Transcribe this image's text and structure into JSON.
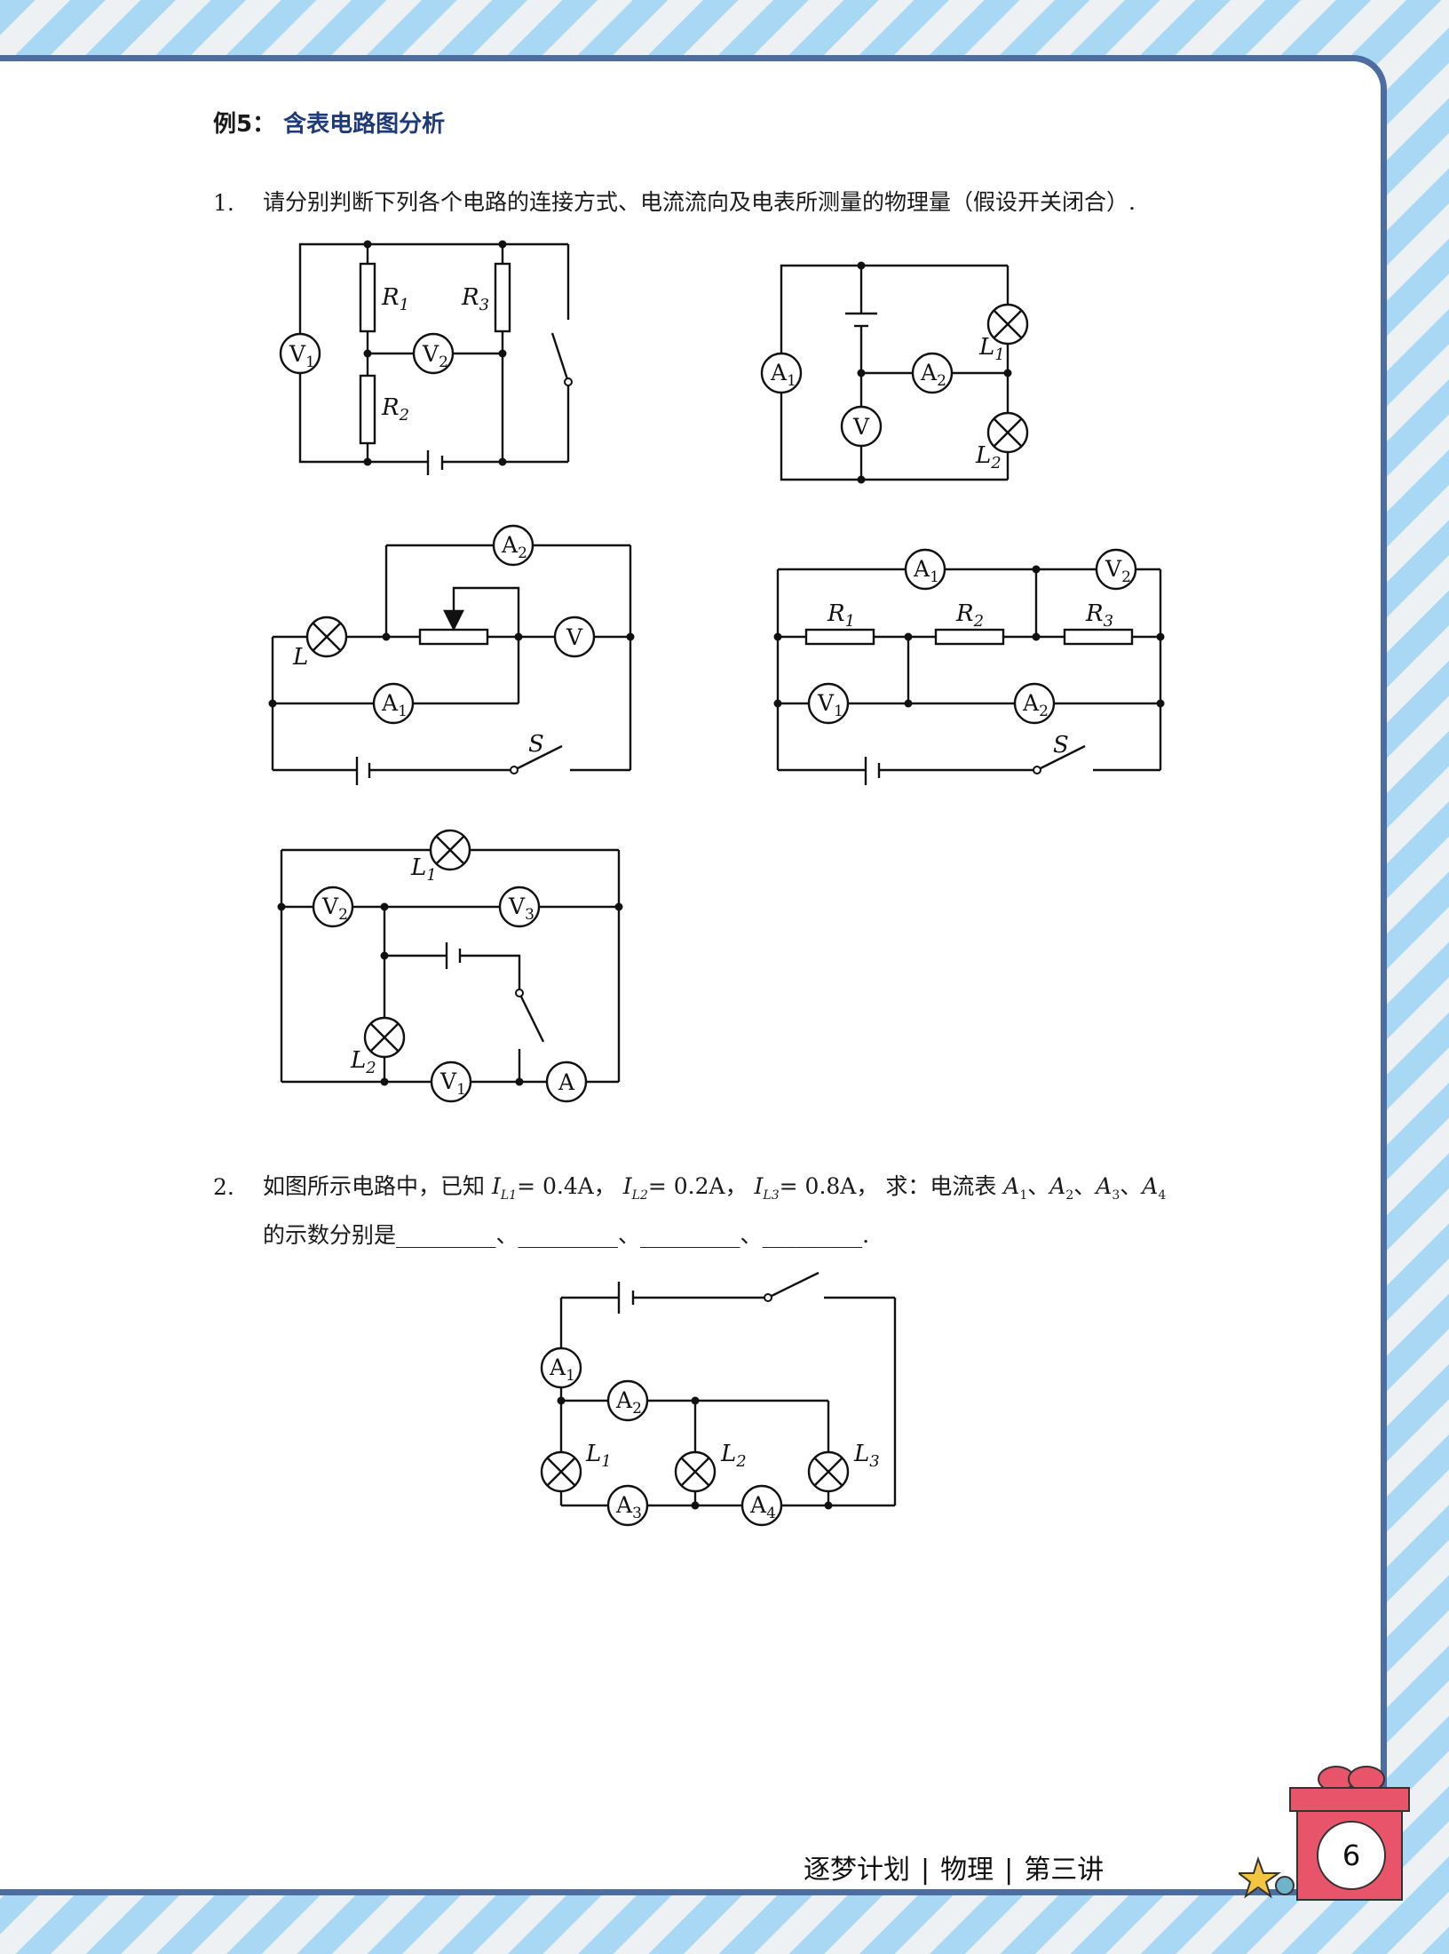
{
  "example": {
    "label": "例5：",
    "title": "含表电路图分析"
  },
  "q1": {
    "number": "1.",
    "text": "请分别判断下列各个电路的连接方式、电流流向及电表所测量的物理量（假设开关闭合）."
  },
  "q2": {
    "number": "2.",
    "text_a": "如图所示电路中，已知",
    "i1": "I",
    "i1_sub": "L1",
    "i1_val": "= 0.4A，",
    "i2": "I",
    "i2_sub": "L2",
    "i2_val": "= 0.2A，",
    "i3": "I",
    "i3_sub": "L3",
    "i3_val": "= 0.8A，",
    "text_b": "求：电流表",
    "meters": [
      "A",
      "A",
      "A",
      "A"
    ],
    "meter_subs": [
      "1",
      "2",
      "3",
      "4"
    ],
    "sep": "、",
    "line2": "的示数分别是",
    "blank": "_________",
    "end": "."
  },
  "labels": {
    "R": "R",
    "L": "L",
    "S": "S",
    "V": "V",
    "A": "A",
    "s1": "1",
    "s2": "2",
    "s3": "3"
  },
  "footer": {
    "left": "逐梦计划",
    "sep": "|",
    "mid": "物理",
    "right": "第三讲"
  },
  "page_number": "6",
  "colors": {
    "stripe": "#a8d8f4",
    "border": "#4d6ca0",
    "title": "#1e3a78",
    "gift": "#e8546a"
  }
}
